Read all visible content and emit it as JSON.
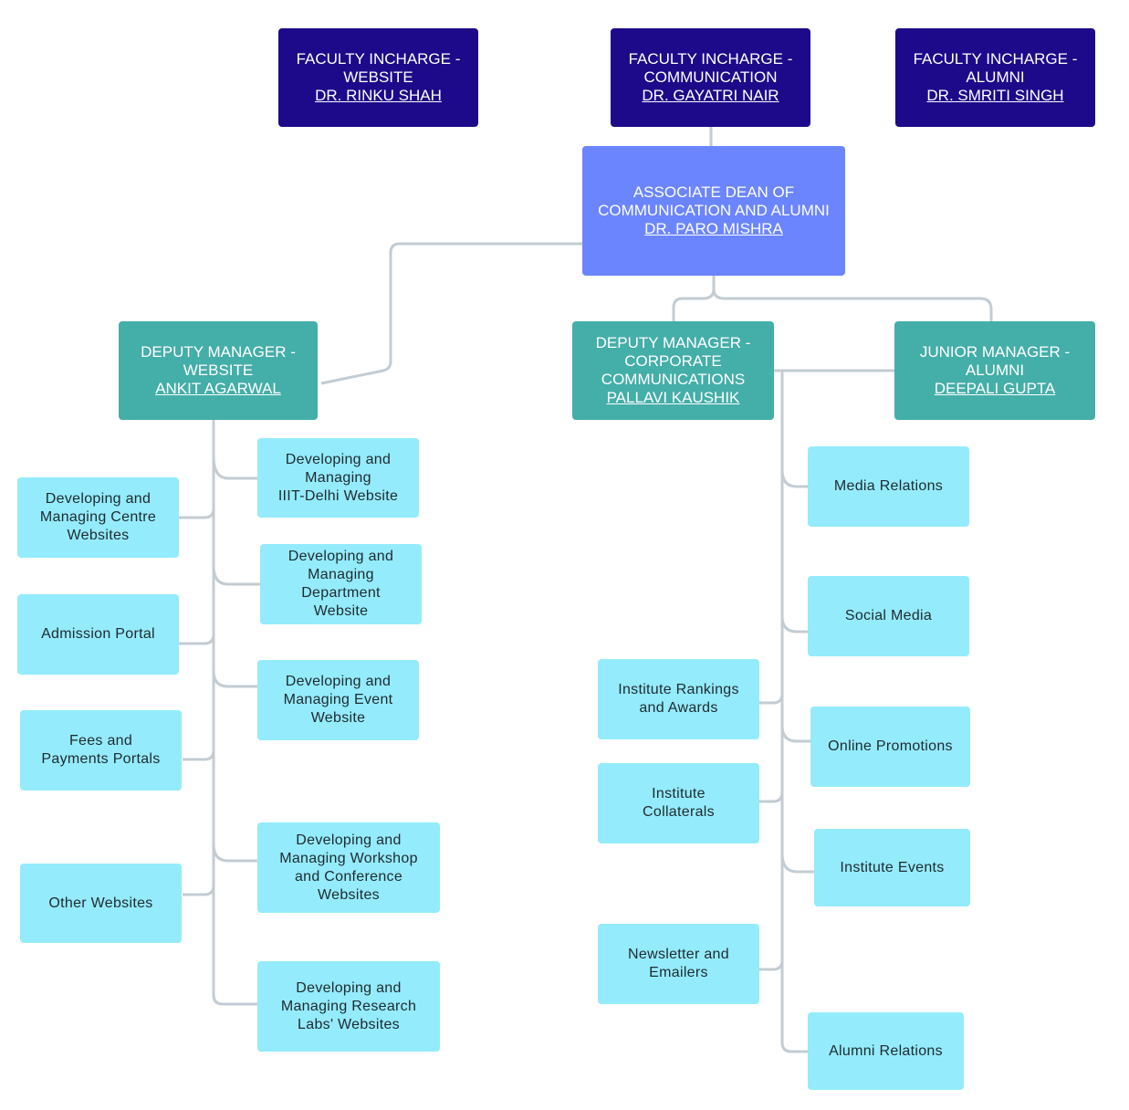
{
  "faculty": [
    {
      "title": "FACULTY INCHARGE -",
      "role": "WEBSITE",
      "name": "DR. RINKU SHAH"
    },
    {
      "title": "FACULTY INCHARGE -",
      "role": "COMMUNICATION",
      "name": "DR. GAYATRI NAIR"
    },
    {
      "title": "FACULTY INCHARGE -",
      "role": "ALUMNI",
      "name": "DR. SMRITI SINGH"
    }
  ],
  "dean": {
    "line1": "ASSOCIATE DEAN OF",
    "line2": "COMMUNICATION AND ALUMNI",
    "name": "DR. PARO MISHRA"
  },
  "managers": {
    "website": {
      "title": "DEPUTY MANAGER -",
      "role": "WEBSITE",
      "name": "ANKIT AGARWAL"
    },
    "corporate": {
      "title": "DEPUTY MANAGER -",
      "role1": "CORPORATE",
      "role2": "COMMUNICATIONS",
      "name": "PALLAVI KAUSHIK"
    },
    "alumni": {
      "title": "JUNIOR MANAGER -",
      "role": "ALUMNI",
      "name": "DEEPALI GUPTA"
    }
  },
  "website_tasks_left": [
    [
      "Developing and",
      "Managing Centre",
      "Websites"
    ],
    [
      "Admission Portal"
    ],
    [
      "Fees and",
      "Payments Portals"
    ],
    [
      "Other Websites"
    ]
  ],
  "website_tasks_right": [
    [
      "Developing and",
      "Managing",
      "IIIT-Delhi Website"
    ],
    [
      "Developing and",
      "Managing",
      "Department",
      "Website"
    ],
    [
      "Developing and",
      "Managing Event",
      "Website"
    ],
    [
      "Developing and",
      "Managing Workshop",
      "and Conference",
      "Websites"
    ],
    [
      "Developing and",
      "Managing Research",
      "Labs' Websites"
    ]
  ],
  "comm_tasks_left": [
    [
      "Institute Rankings",
      "and Awards"
    ],
    [
      "Institute",
      "Collaterals"
    ],
    [
      "Newsletter and",
      "Emailers"
    ]
  ],
  "comm_tasks_right": [
    [
      "Media Relations"
    ],
    [
      "Social Media"
    ],
    [
      "Online Promotions"
    ],
    [
      "Institute Events"
    ],
    [
      "Alumni Relations"
    ]
  ],
  "colors": {
    "faculty": "#1d0a8a",
    "dean": "#6b85ff",
    "manager": "#44aea8",
    "task": "#94ebfb",
    "connector": "#c3ccd3"
  }
}
